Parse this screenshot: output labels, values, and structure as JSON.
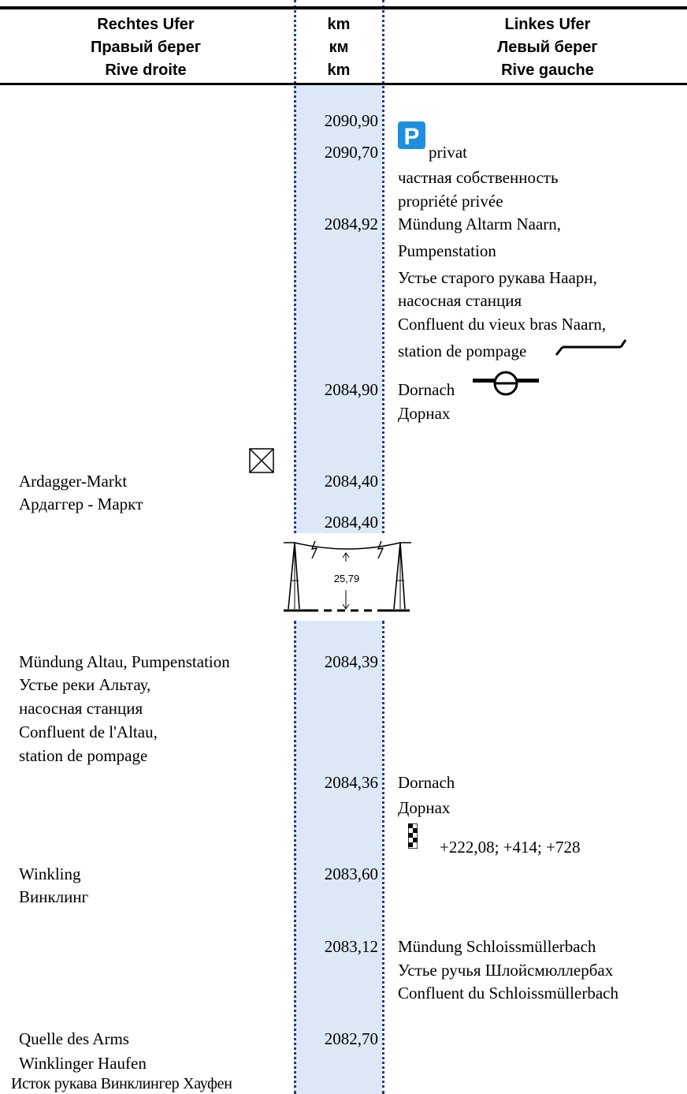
{
  "header": {
    "right_bank": [
      "Rechtes Ufer",
      "Правый берег",
      "Rive droite"
    ],
    "km": [
      "km",
      "км",
      "km"
    ],
    "left_bank": [
      "Linkes Ufer",
      "Левый берег",
      "Rive gauche"
    ]
  },
  "km_marks": [
    "2090,90",
    "2090,70",
    "2084,92",
    "2084,90",
    "2084,40",
    "2084,40",
    "2084,39",
    "2084,36",
    "2083,60",
    "2083,12",
    "2082,70"
  ],
  "left_bank_entries": {
    "privat": [
      "privat",
      "частная собственность",
      "propriété privée"
    ],
    "naarn": [
      "Mündung Altarm Naarn,",
      "Pumpenstation",
      "Устье старого рукава Наарн,",
      "насосная станция",
      "Confluent du vieux bras Naarn,",
      "station de pompage"
    ],
    "dornach1": [
      "Dornach",
      "Дорнах"
    ],
    "dornach2": [
      "Dornach",
      "Дорнах"
    ],
    "dornach2_offsets": "+222,08; +414; +728",
    "schloiss": [
      "Mündung  Schloissmüllerbach",
      "Устье ручья Шлойсмюллербах",
      "Confluent du Schloissmüllerbach"
    ]
  },
  "right_bank_entries": {
    "ardagger": [
      "Ardagger-Markt",
      "Ардаггер - Маркт"
    ],
    "altau": [
      "Mündung Altau, Pumpenstation",
      "Устье реки Альтау,",
      "насосная станция",
      "Confluent de l'Altau,",
      "station de pompage"
    ],
    "winkling": [
      "Winkling",
      "Винклинг"
    ],
    "arms": [
      "Quelle des Arms",
      "Winklinger Haufen",
      "Исток рукава Винклингер Хауфен"
    ]
  },
  "power_line": {
    "clearance": "25,79"
  },
  "icons": [
    "parking-sign-icon",
    "ferry-cable-icon",
    "ferry-landing-icon",
    "crossed-box-icon",
    "power-line-icon",
    "checkered-gauge-icon"
  ],
  "colors": {
    "band": "#dde8f6",
    "dots": "#1f3c88",
    "parking": "#1e8ee0"
  }
}
